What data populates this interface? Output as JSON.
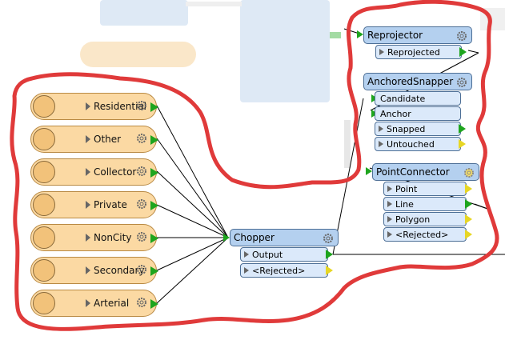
{
  "readers": [
    {
      "label": "Residential"
    },
    {
      "label": "Other"
    },
    {
      "label": "Collector"
    },
    {
      "label": "Private"
    },
    {
      "label": "NonCity"
    },
    {
      "label": "Secondary"
    },
    {
      "label": "Arterial"
    }
  ],
  "chopper": {
    "title": "Chopper",
    "ports": [
      "Output",
      "<Rejected>"
    ]
  },
  "reprojector": {
    "title": "Reprojector",
    "ports": [
      "Reprojected"
    ]
  },
  "anchored_snapper": {
    "title": "AnchoredSnapper",
    "inputs": [
      "Candidate",
      "Anchor"
    ],
    "outputs": [
      "Snapped",
      "Untouched"
    ]
  },
  "point_connector": {
    "title": "PointConnector",
    "ports": [
      "Point",
      "Line",
      "Polygon",
      "<Rejected>"
    ]
  },
  "colors": {
    "annotation": "#e03a3a",
    "reader_fill": "#fbd9a3",
    "transformer_fill": "#b4d0ef",
    "port_fill": "#dbe9fa",
    "connector_green": "#1ea51e",
    "connector_yellow": "#e7d624"
  }
}
